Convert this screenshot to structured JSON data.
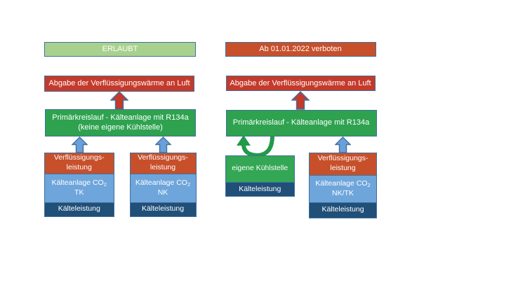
{
  "colors": {
    "background": "#ffffff",
    "border-blue": "#40719f",
    "light-green": "#a9d18e",
    "green": "#2ea24f",
    "green-bright": "#33a754",
    "arrow-green": "#23994a",
    "red": "#c43a2b",
    "orange-red": "#c7502b",
    "light-blue": "#6ea5db",
    "arrow-blue": "#6aa0da",
    "navy": "#204f78"
  },
  "left_panel": {
    "header": "ERLAUBT",
    "heat_label": "Abgabe der Verflüssigungswärme an Luft",
    "primary_line1": "Primärkreislauf - Kälteanlage mit R134a",
    "primary_line2": "(keine eigene Kühlstelle)",
    "columns": [
      {
        "cond_line1": "Verflüssigungs-",
        "cond_line2": "leistung",
        "plant_prefix": "Kälteanlage CO",
        "plant_sub": "2",
        "plant_variant": "TK",
        "capacity": "Kälteleistung"
      },
      {
        "cond_line1": "Verflüssigungs-",
        "cond_line2": "leistung",
        "plant_prefix": "Kälteanlage CO",
        "plant_sub": "2",
        "plant_variant": "NK",
        "capacity": "Kälteleistung"
      }
    ]
  },
  "right_panel": {
    "header": "Ab 01.01.2022 verboten",
    "heat_label": "Abgabe der Verflüssigungswärme an Luft",
    "primary_line1": "Primärkreislauf - Kälteanlage mit R134a",
    "cooling_point": {
      "label": "eigene Kühlstelle",
      "capacity": "Kälteleistung"
    },
    "columns": [
      {
        "cond_line1": "Verflüssigungs-",
        "cond_line2": "leistung",
        "plant_prefix": "Kälteanlage CO",
        "plant_sub": "2",
        "plant_variant": "NK/TK",
        "capacity": "Kälteleistung"
      }
    ]
  }
}
